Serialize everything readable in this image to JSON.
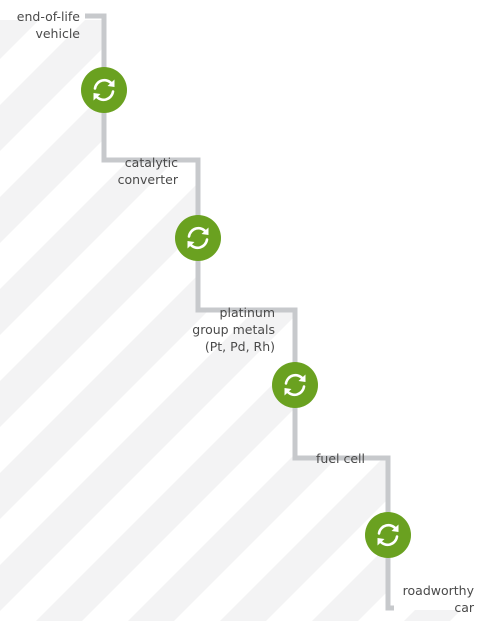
{
  "steps": [
    {
      "label": "end-of-life\nvehicle"
    },
    {
      "label": "catalytic\nconverter"
    },
    {
      "label": "platinum\ngroup metals\n(Pt, Pd, Rh)"
    },
    {
      "label": "fuel cell"
    },
    {
      "label": "roadworthy\ncar"
    }
  ],
  "icons": {
    "recycle": "recycle-icon"
  },
  "colors": {
    "connector": "#c7c9cc",
    "circle": "#6aa120",
    "stripe": "#f3f3f4",
    "text": "#4a4a4a"
  }
}
